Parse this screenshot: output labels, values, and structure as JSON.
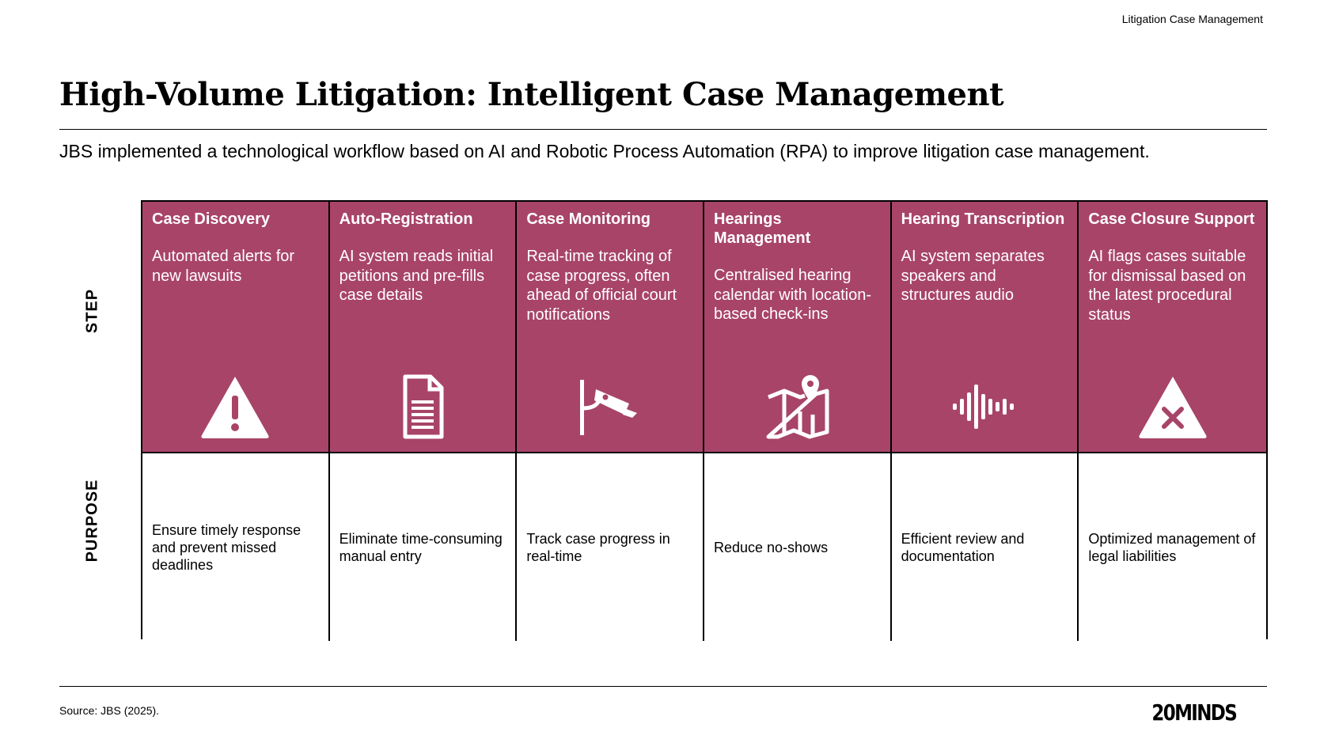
{
  "header_tag": "Litigation Case Management",
  "title": "High-Volume Litigation: Intelligent Case Management",
  "subtitle": "JBS implemented a technological workflow based on AI and Robotic Process Automation (RPA) to improve litigation case management.",
  "row_labels": {
    "step": "STEP",
    "purpose": "PURPOSE"
  },
  "steps": [
    {
      "title": "Case Discovery",
      "description": "Automated alerts for new lawsuits",
      "icon": "warning-triangle-icon",
      "purpose": "Ensure timely response and prevent missed deadlines"
    },
    {
      "title": "Auto-Registration",
      "description": "AI system reads initial petitions and pre-fills case details",
      "icon": "document-icon",
      "purpose": "Eliminate time-consuming manual entry"
    },
    {
      "title": "Case Monitoring",
      "description": "Real-time tracking of case progress, often ahead of official court notifications",
      "icon": "security-camera-icon",
      "purpose": "Track case progress in real-time"
    },
    {
      "title": "Hearings Management",
      "description": "Centralised hearing calendar with location-based check-ins",
      "icon": "map-pin-icon",
      "purpose": "Reduce no-shows"
    },
    {
      "title": "Hearing Transcription",
      "description": "AI system separates speakers and structures audio",
      "icon": "audio-waveform-icon",
      "purpose": "Efficient review and documentation"
    },
    {
      "title": "Case Closure Support",
      "description": "AI flags cases suitable for dismissal based on the latest procedural status",
      "icon": "triangle-x-icon",
      "purpose": "Optimized management of legal liabilities"
    }
  ],
  "colors": {
    "step_background": "#a84468",
    "step_text": "#ffffff",
    "border": "#000000"
  },
  "source": "Source: JBS (2025).",
  "logo_text": "20MINDS"
}
